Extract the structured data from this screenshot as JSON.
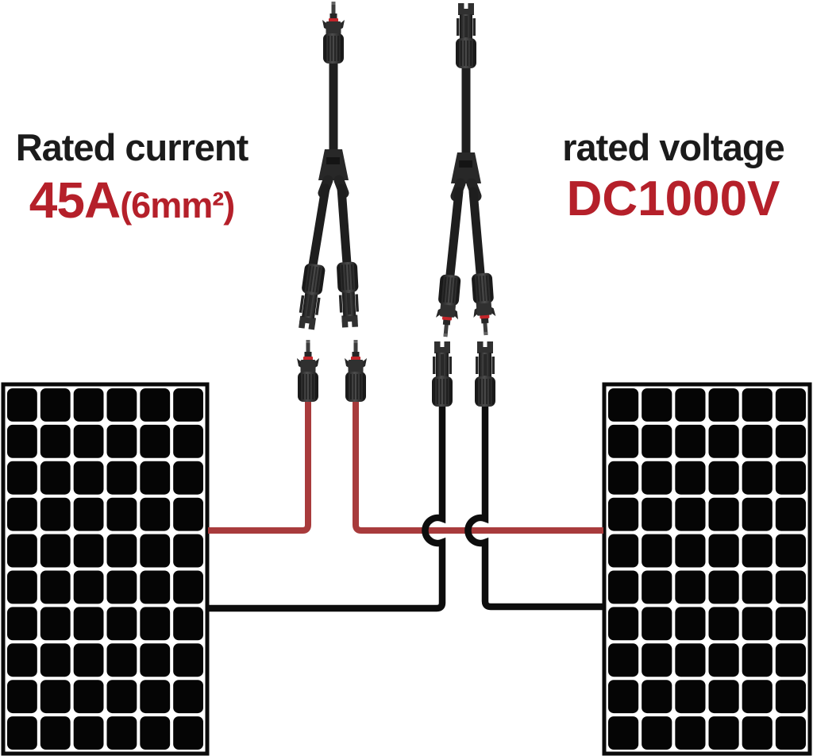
{
  "title": "Solar Y-branch MC4 connector wiring illustration",
  "specs": {
    "current": {
      "label": "Rated current",
      "value": "45A",
      "note": "(6mm²)"
    },
    "voltage": {
      "label": "rated voltage",
      "value": "DC1000V"
    }
  },
  "colors": {
    "background": "#ffffff",
    "spec_value_red": "#b5202a",
    "wire_positive_red": "#a83b3c",
    "wire_negative_black": "#0d0d0d",
    "male_oring_red": "#c2252a",
    "panel_cell_black": "#050505"
  },
  "diagram": {
    "left_panel": {
      "name": "solar-panel-left",
      "columns": 6,
      "rows": 10
    },
    "right_panel": {
      "name": "solar-panel-right",
      "columns": 6,
      "rows": 10
    },
    "components": {
      "y_branch_left": "Y splitter: 1 male top to 2 female branches",
      "y_branch_right": "Y splitter: 1 female top to 2 male branches",
      "loose_connectors": [
        "male on red wire",
        "male on red wire",
        "female on black wire",
        "female on black wire"
      ]
    }
  }
}
